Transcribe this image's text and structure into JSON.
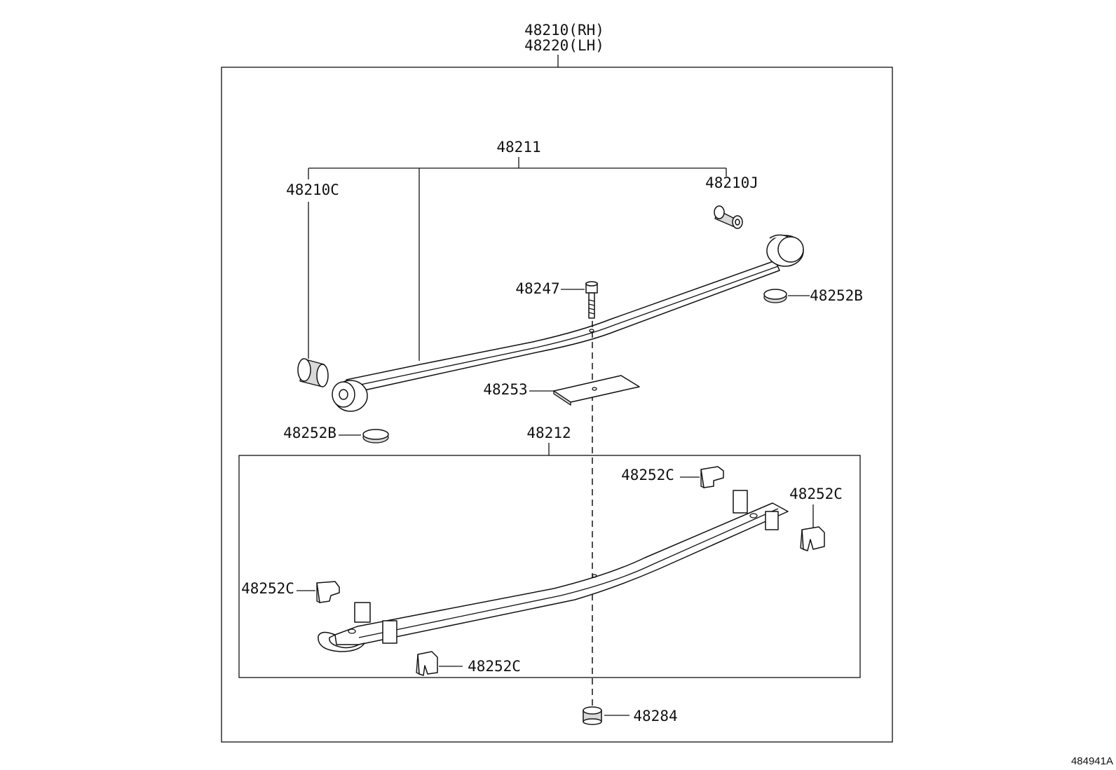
{
  "title": {
    "line1": "48210(RH)",
    "line2": "48220(LH)"
  },
  "labels": {
    "spring_leaf": "48211",
    "bushing_front": "48210C",
    "bushing_rear": "48210J",
    "center_bolt": "48247",
    "silencer_right": "48252B",
    "silencer_left": "48252B",
    "insert_sheet": "48253",
    "lower_leaf": "48212",
    "clip_top": "48252C",
    "clip_right": "48252C",
    "clip_left": "48252C",
    "clip_bottom": "48252C",
    "nut": "48284"
  },
  "figure_ref": "484941A",
  "colors": {
    "line": "#111111",
    "shade": "#d9d9d9",
    "background": "#ffffff"
  }
}
